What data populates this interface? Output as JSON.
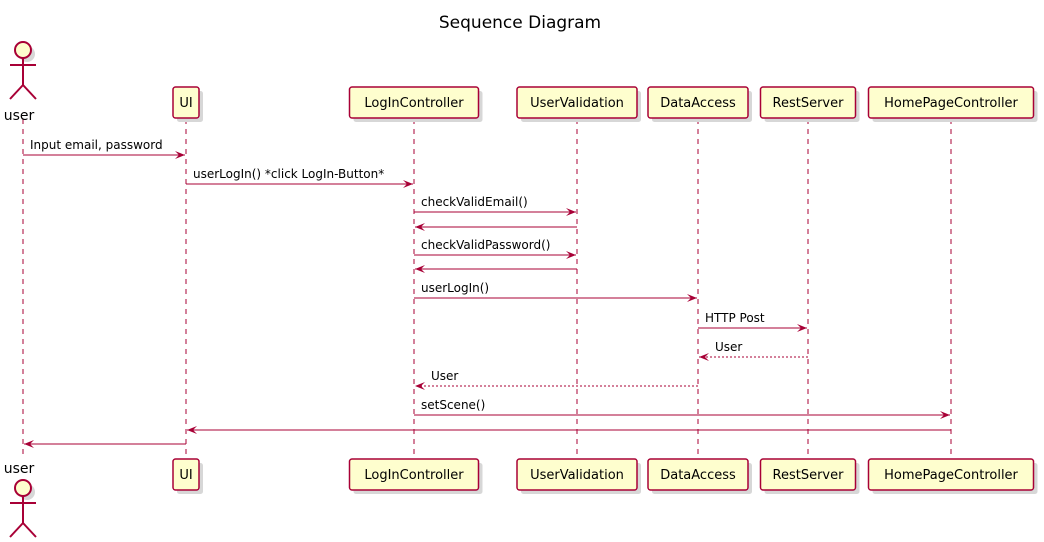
{
  "title": "Sequence Diagram",
  "actor": {
    "id": "user",
    "label": "user"
  },
  "participants": [
    {
      "id": "ui",
      "label": "UI"
    },
    {
      "id": "login",
      "label": "LogInController"
    },
    {
      "id": "validation",
      "label": "UserValidation"
    },
    {
      "id": "data",
      "label": "DataAccess"
    },
    {
      "id": "rest",
      "label": "RestServer"
    },
    {
      "id": "home",
      "label": "HomePageController"
    }
  ],
  "messages": [
    {
      "from": "user",
      "to": "ui",
      "label": "Input email, password",
      "style": "solid"
    },
    {
      "from": "ui",
      "to": "login",
      "label": "userLogIn() *click LogIn-Button*",
      "style": "solid"
    },
    {
      "from": "login",
      "to": "validation",
      "label": "checkValidEmail()",
      "style": "solid"
    },
    {
      "from": "validation",
      "to": "login",
      "label": "",
      "style": "solid"
    },
    {
      "from": "login",
      "to": "validation",
      "label": "checkValidPassword()",
      "style": "solid"
    },
    {
      "from": "validation",
      "to": "login",
      "label": "",
      "style": "solid"
    },
    {
      "from": "login",
      "to": "data",
      "label": "userLogIn()",
      "style": "solid"
    },
    {
      "from": "data",
      "to": "rest",
      "label": "HTTP Post",
      "style": "solid"
    },
    {
      "from": "rest",
      "to": "data",
      "label": "User",
      "style": "dashed"
    },
    {
      "from": "data",
      "to": "login",
      "label": "User",
      "style": "dashed"
    },
    {
      "from": "login",
      "to": "home",
      "label": "setScene()",
      "style": "solid"
    },
    {
      "from": "home",
      "to": "ui",
      "label": "",
      "style": "solid"
    },
    {
      "from": "ui",
      "to": "user",
      "label": "",
      "style": "solid"
    }
  ]
}
